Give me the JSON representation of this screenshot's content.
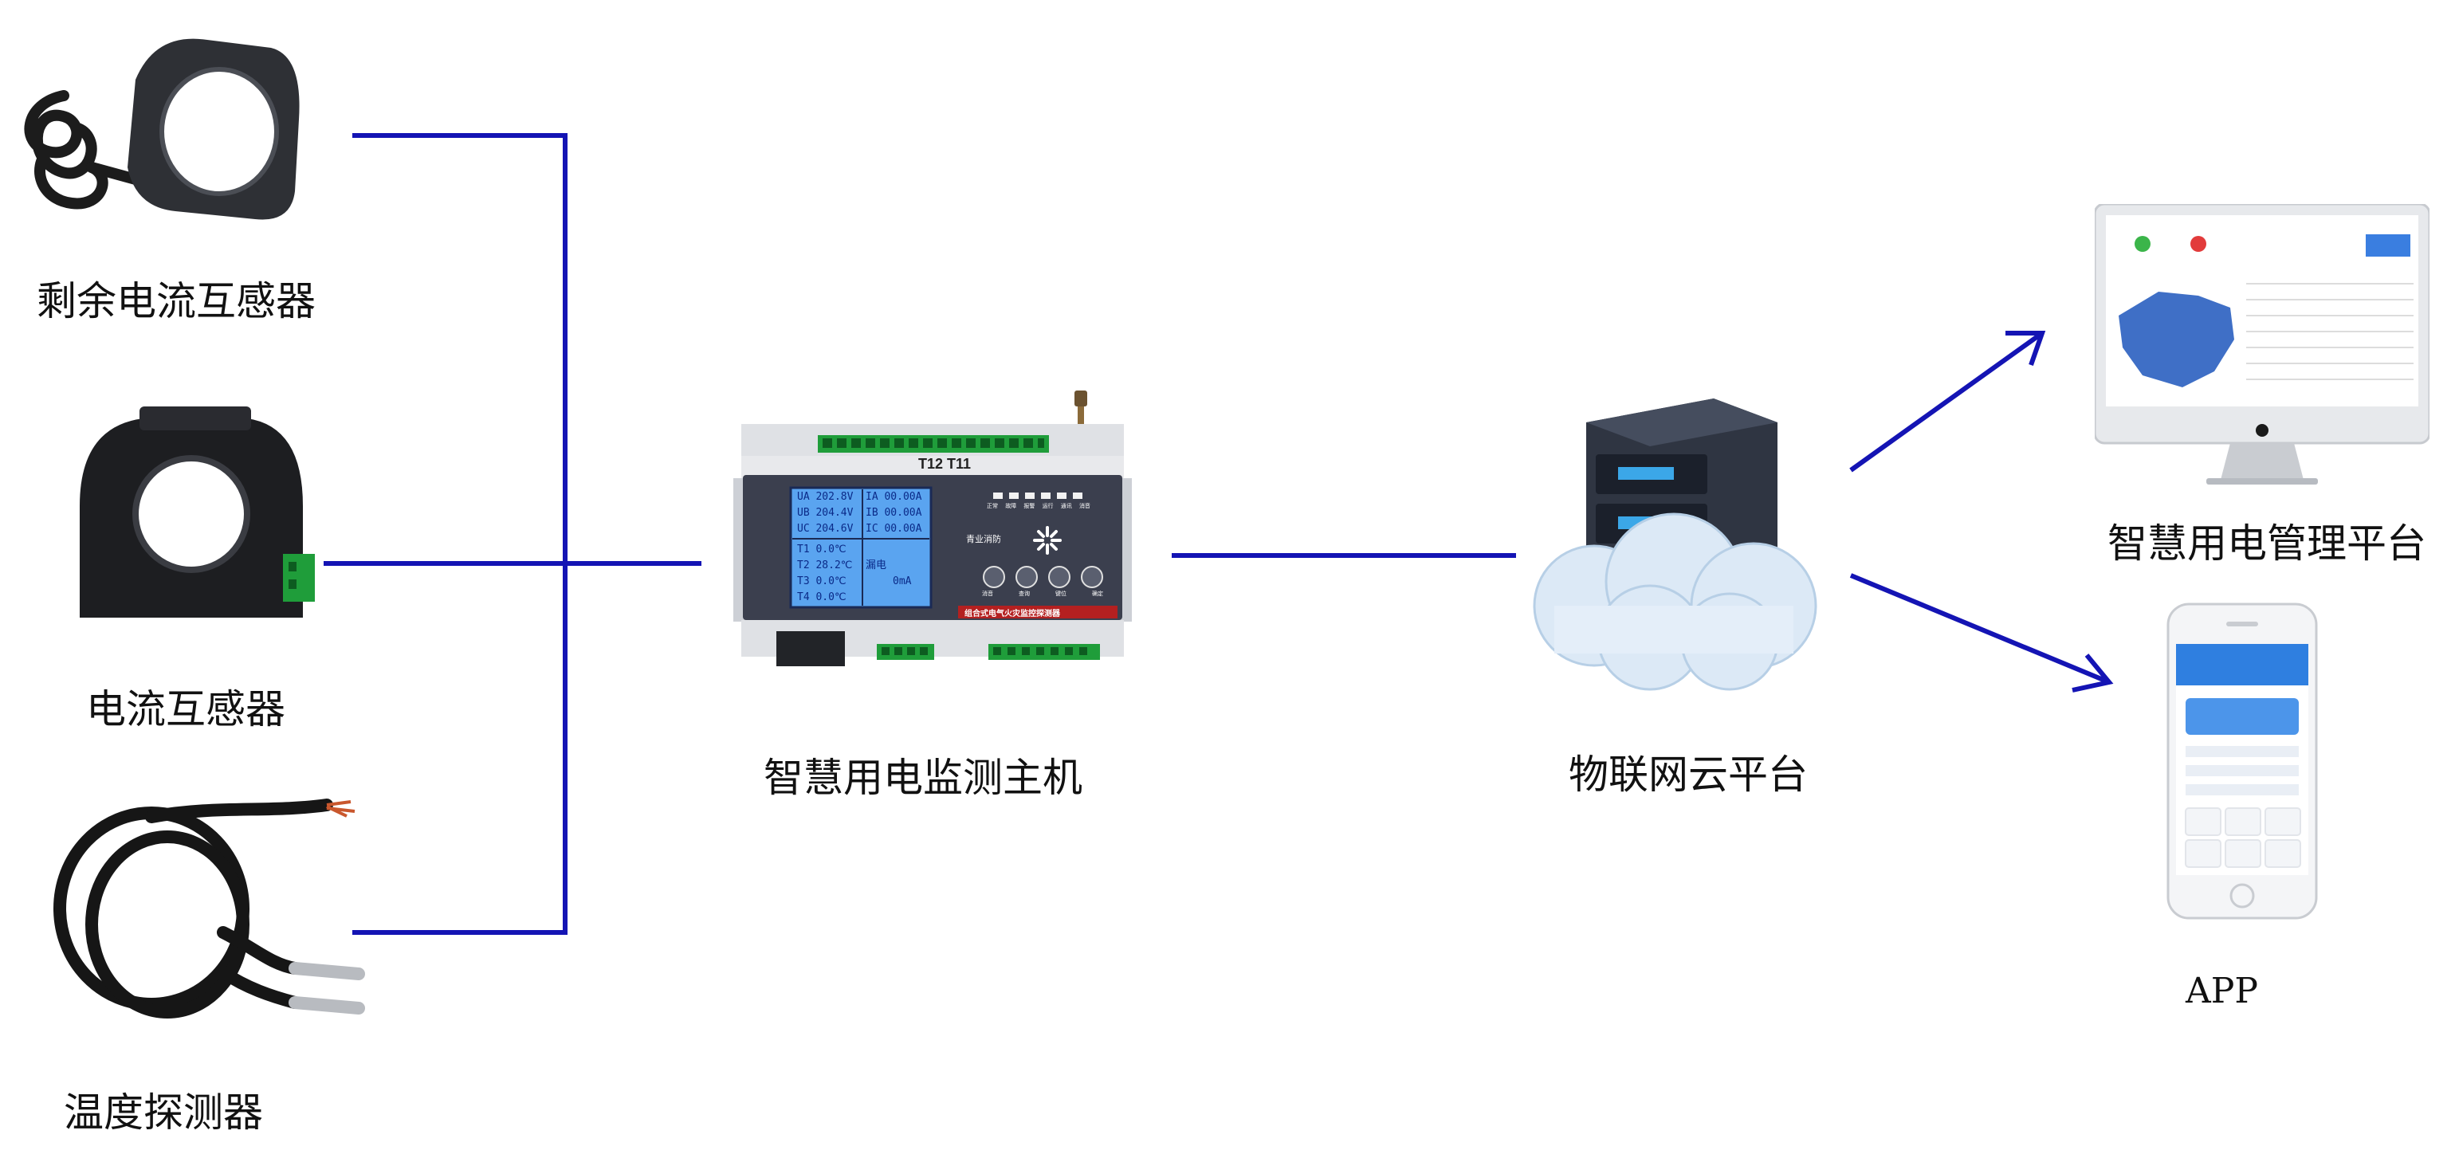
{
  "labels": {
    "residual_ct": "剩余电流互感器",
    "ct": "电流互感器",
    "temp_probe": "温度探测器",
    "monitor_host": "智慧用电监测主机",
    "cloud": "物联网云平台",
    "platform": "智慧用电管理平台",
    "app": "APP"
  },
  "device": {
    "terminal_label": "T12 T11",
    "screen_left": [
      "UA 202.8V",
      "UB 204.4V",
      "UC 204.6V",
      "T1   0.0℃",
      "T2  28.2℃",
      "T3   0.0℃",
      "T4   0.0℃"
    ],
    "screen_right": [
      "IA 00.00A",
      "IB 00.00A",
      "IC 00.00A",
      "漏电",
      "0mA"
    ],
    "brand": "青业消防",
    "indicator_labels": [
      "正常",
      "故障",
      "报警",
      "运行",
      "通讯",
      "消音"
    ],
    "button_labels": [
      "消音",
      "查询",
      "键位",
      "确定"
    ],
    "model_text": "组合式电气火灾监控探测器"
  },
  "colors": {
    "wire": "#1414b4",
    "device_body": "#d9dbe0",
    "device_panel": "#3b3f4e",
    "screen": "#5aa4f0",
    "terminal_green": "#1f9d3a",
    "cloud": "#dce9f6",
    "server": "#2f3542"
  }
}
